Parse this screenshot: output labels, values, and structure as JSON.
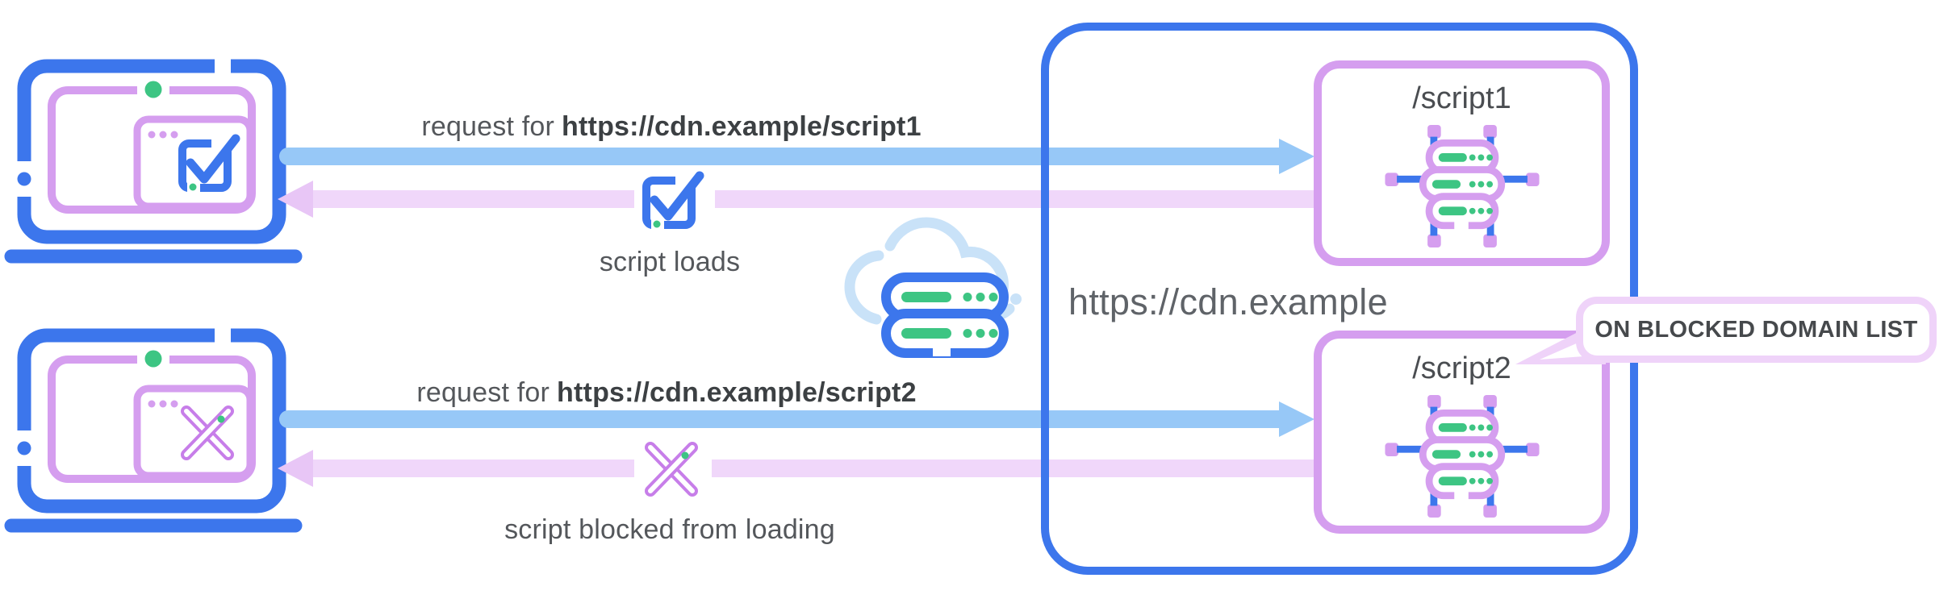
{
  "colors": {
    "blue": "#3c76ec",
    "light_blue_arrow": "#97c8f7",
    "cloud_light_blue": "#c9e2f8",
    "purple": "#d59eef",
    "light_purple_arrow_shaft": "#f0d7fa",
    "light_purple_arrow_head": "#e8c6f6",
    "callout_border": "#efd3f9",
    "green": "#3dc583",
    "text_gray": "#54575b",
    "text_dark": "#3c4043"
  },
  "flows": [
    {
      "request_prefix": "request for",
      "request_url": "https://cdn.example/script1",
      "result_label": "script loads",
      "result_icon": "checkbox-checked-icon",
      "client_icon": "laptop-check-icon"
    },
    {
      "request_prefix": "request for",
      "request_url": "https://cdn.example/script2",
      "result_label": "script blocked from loading",
      "result_icon": "blocked-cross-icon",
      "client_icon": "laptop-cross-icon"
    }
  ],
  "cdn": {
    "domain_label": "https://cdn.example",
    "cloud_icon": "cloud-server-icon",
    "endpoints": [
      {
        "path_label": "/script1",
        "icon": "server-cluster-icon"
      },
      {
        "path_label": "/script2",
        "icon": "server-cluster-icon",
        "callout_label": "ON BLOCKED DOMAIN LIST"
      }
    ]
  }
}
